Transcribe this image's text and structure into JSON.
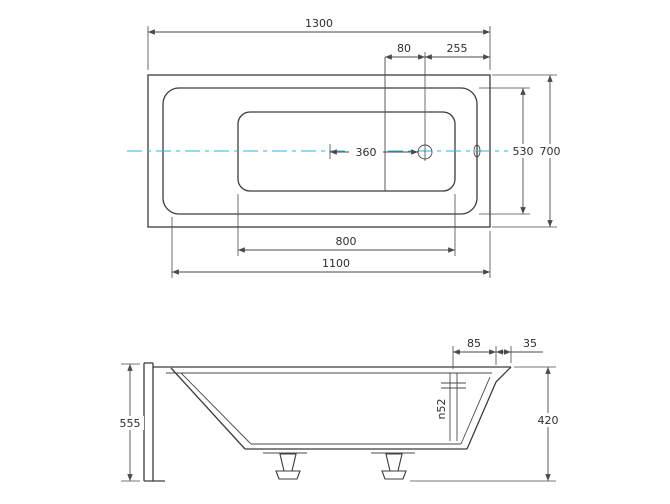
{
  "drawing_title": "bathtub-technical-drawing",
  "colors": {
    "line": "#3c3c3c",
    "dimension_line": "#4a4a4a",
    "centerline": "#2fb6da",
    "background": "#ffffff"
  },
  "top_view": {
    "length_overall": "1300",
    "drain_to_seat": "80",
    "drain_to_edge": "255",
    "width_inner": "530",
    "width_overall": "700",
    "center_to_drain": "360",
    "basin_length": "800",
    "inner_length": "1100"
  },
  "side_view": {
    "overflow_to_wall": "85",
    "rim_overhang": "35",
    "depth": "420",
    "height_total": "555",
    "drain_diameter": "n52"
  }
}
